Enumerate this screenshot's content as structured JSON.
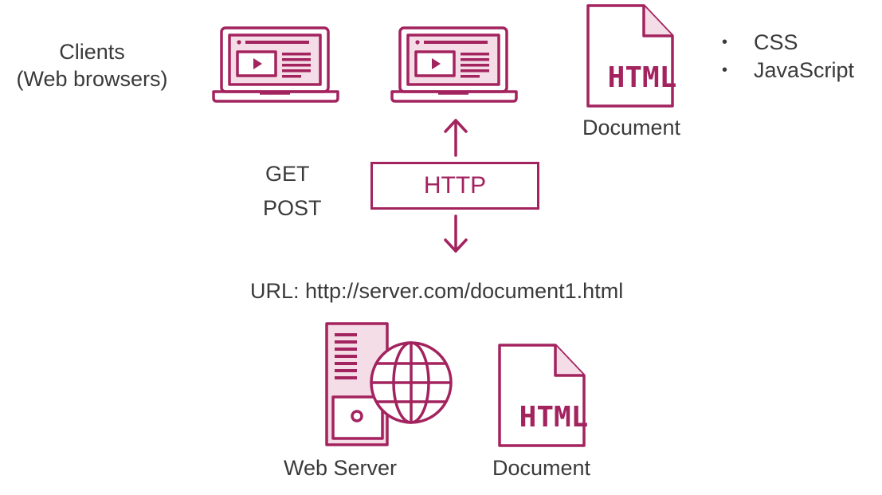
{
  "colors": {
    "accent": "#a3235f",
    "accent_light": "#f4dde6",
    "text": "#3a3a3a"
  },
  "clients": {
    "line1": "Clients",
    "line2": "(Web browsers)"
  },
  "client_icons": [
    "laptop-icon",
    "laptop-icon"
  ],
  "document_top": {
    "icon_text": "HTML",
    "label": "Document"
  },
  "techs": [
    {
      "bullet": "•",
      "label": "CSS"
    },
    {
      "bullet": "•",
      "label": "JavaScript"
    }
  ],
  "methods": {
    "get": "GET",
    "post": "POST"
  },
  "http_label": "HTTP",
  "url_label": "URL: http://server.com/document1.html",
  "server": {
    "label": "Web Server"
  },
  "document_bottom": {
    "icon_text": "HTML",
    "label": "Document"
  }
}
